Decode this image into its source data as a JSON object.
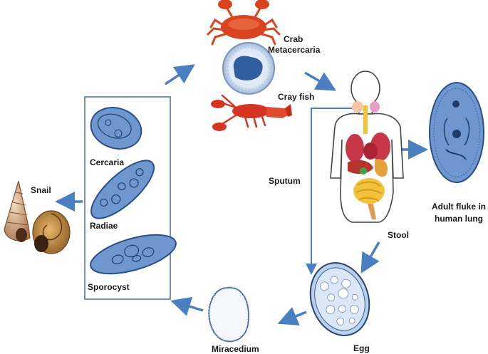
{
  "labels": {
    "crab": "Crab",
    "metacercaria": "Metacercaria",
    "crayfish": "Cray fish",
    "cercaria": "Cercaria",
    "radiae": "Radiae",
    "sporocyst": "Sporocyst",
    "snail": "Snail",
    "sputum": "Sputum",
    "stool": "Stool",
    "adult_fluke_line1": "Adult fluke in",
    "adult_fluke_line2": "human lung",
    "egg": "Egg",
    "miracedium": "Miracedium"
  },
  "colors": {
    "arrow": "#4a7fc1",
    "organism_fill": "#6f97cf",
    "organism_stroke": "#2c4f86",
    "crab": "#d9431f",
    "crayfish": "#d63420"
  }
}
